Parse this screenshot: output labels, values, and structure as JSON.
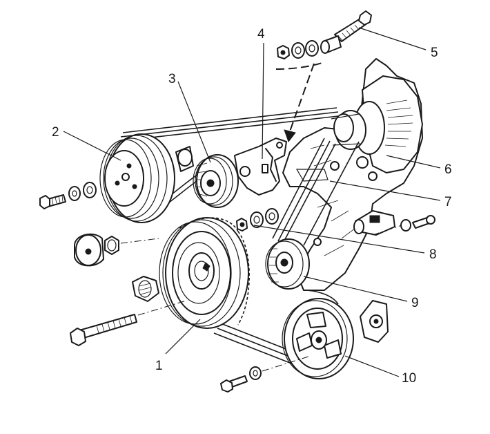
{
  "callouts": [
    {
      "id": "1",
      "text": "1"
    },
    {
      "id": "2",
      "text": "2"
    },
    {
      "id": "3",
      "text": "3"
    },
    {
      "id": "4",
      "text": "4"
    },
    {
      "id": "5",
      "text": "5"
    },
    {
      "id": "6",
      "text": "6"
    },
    {
      "id": "7",
      "text": "7"
    },
    {
      "id": "8",
      "text": "8"
    },
    {
      "id": "9",
      "text": "9"
    },
    {
      "id": "10",
      "text": "10"
    }
  ]
}
